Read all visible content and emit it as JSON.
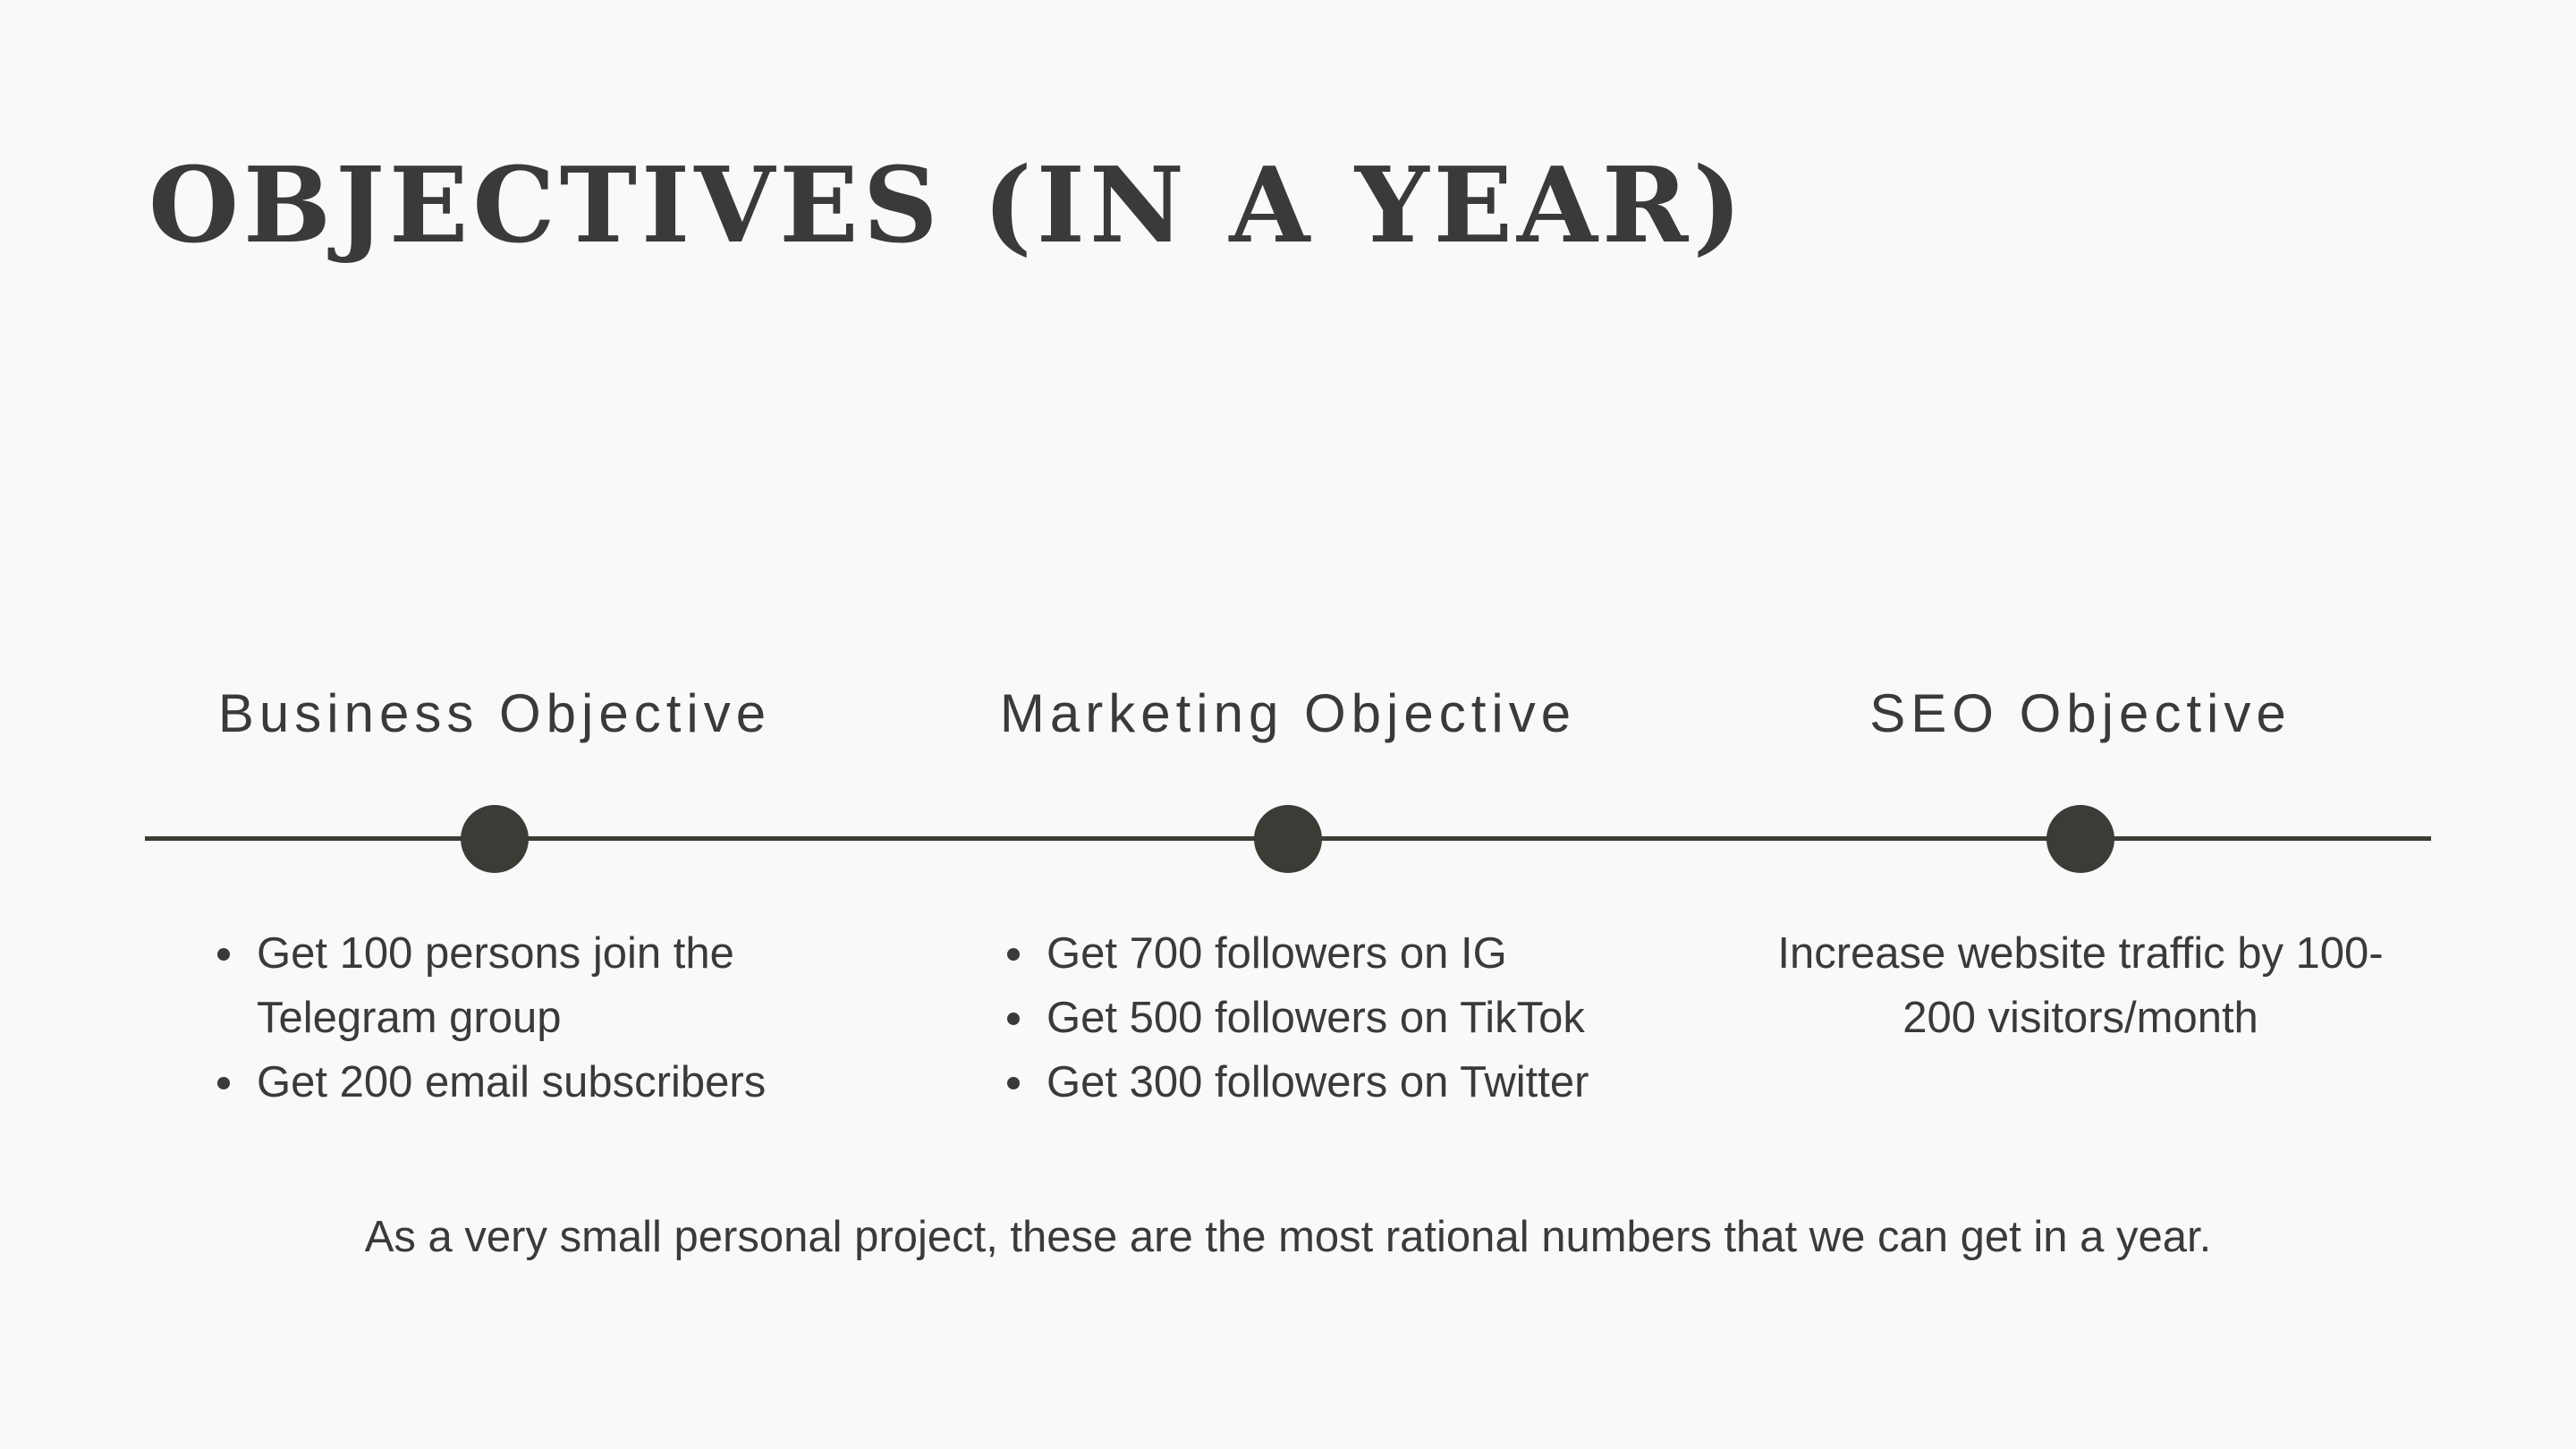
{
  "title": "OBJECTIVES (IN A YEAR)",
  "objectives": [
    {
      "heading": "Business Objective",
      "items": [
        "Get 100 persons join the Telegram group",
        "Get 200 email subscribers"
      ]
    },
    {
      "heading": "Marketing Objective",
      "items": [
        "Get 700 followers on IG",
        "Get 500 followers on TikTok",
        "Get 300 followers on Twitter"
      ]
    },
    {
      "heading": "SEO Objective",
      "text": "Increase website traffic by 100-200 visitors/month"
    }
  ],
  "footnote": "As a very small personal project, these are the most rational numbers that we can get in a year.",
  "colors": {
    "background": "#f9f9f9",
    "text": "#3a3a3a",
    "timeline": "#3b3c36"
  }
}
